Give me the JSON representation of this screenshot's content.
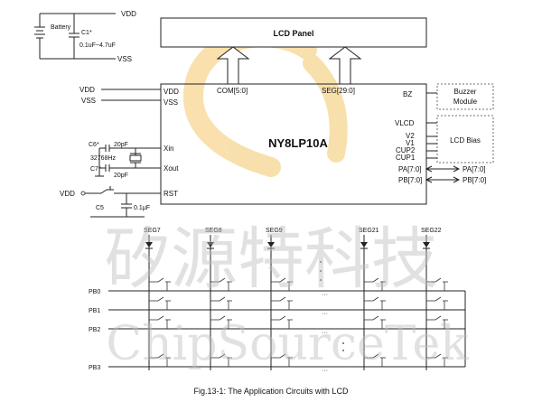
{
  "power": {
    "vdd_top": "VDD",
    "battery": "Battery",
    "cap_name": "C1*",
    "cap_value": "0.1uF~4.7uF",
    "vss_top": "VSS"
  },
  "lcd_panel": {
    "title": "LCD Panel"
  },
  "chip": {
    "name": "NY8LP10A",
    "pin_vdd": "VDD",
    "pin_vss": "VSS",
    "pin_com": "COM[5:0]",
    "pin_seg": "SEG[29:0]",
    "pin_bz": "BZ",
    "pin_vlcd": "VLCD",
    "pin_v2": "V2",
    "pin_v1": "V1",
    "pin_cup2": "CUP2",
    "pin_cup1": "CUP1",
    "pin_pa": "PA[7:0]",
    "pin_pb": "PB[7:0]",
    "pin_xin": "Xin",
    "pin_xout": "Xout",
    "pin_rst": "RST"
  },
  "external": {
    "vdd": "VDD",
    "vss": "VSS",
    "buzzer_line1": "Buzzer",
    "buzzer_line2": "Module",
    "lcd_bias": "LCD Bias",
    "pa_out": "PA[7:0]",
    "pb_out": "PB[7:0]",
    "c6": "C6*",
    "c6_value": "20pF",
    "crystal": "32768Hz",
    "c7": "C7*",
    "c7_value": "20pF",
    "rst_vdd": "VDD",
    "c5": "C5",
    "c5_value": "0.1μF"
  },
  "keypad": {
    "segments": [
      "SEG7",
      "SEG8",
      "SEG9",
      "SEG21",
      "SEG22"
    ],
    "rows": [
      "PB0",
      "PB1",
      "PB2",
      "PB3"
    ]
  },
  "watermark": {
    "cn": "矽源特科技",
    "en": "ChipSourceTek"
  },
  "caption": "Fig.13-1: The Application Circuits with LCD"
}
